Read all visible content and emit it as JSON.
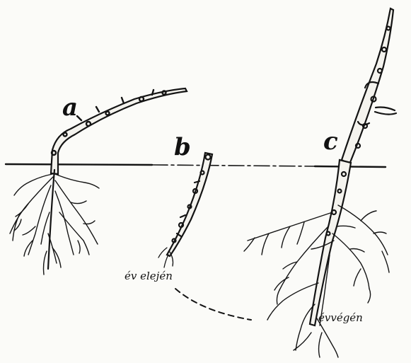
{
  "labels": {
    "a": "a",
    "b": "b",
    "c": "c",
    "start": "év elején",
    "end": "évvégén"
  },
  "colors": {
    "ink": "#141414",
    "paper": "#fbfbf8"
  }
}
